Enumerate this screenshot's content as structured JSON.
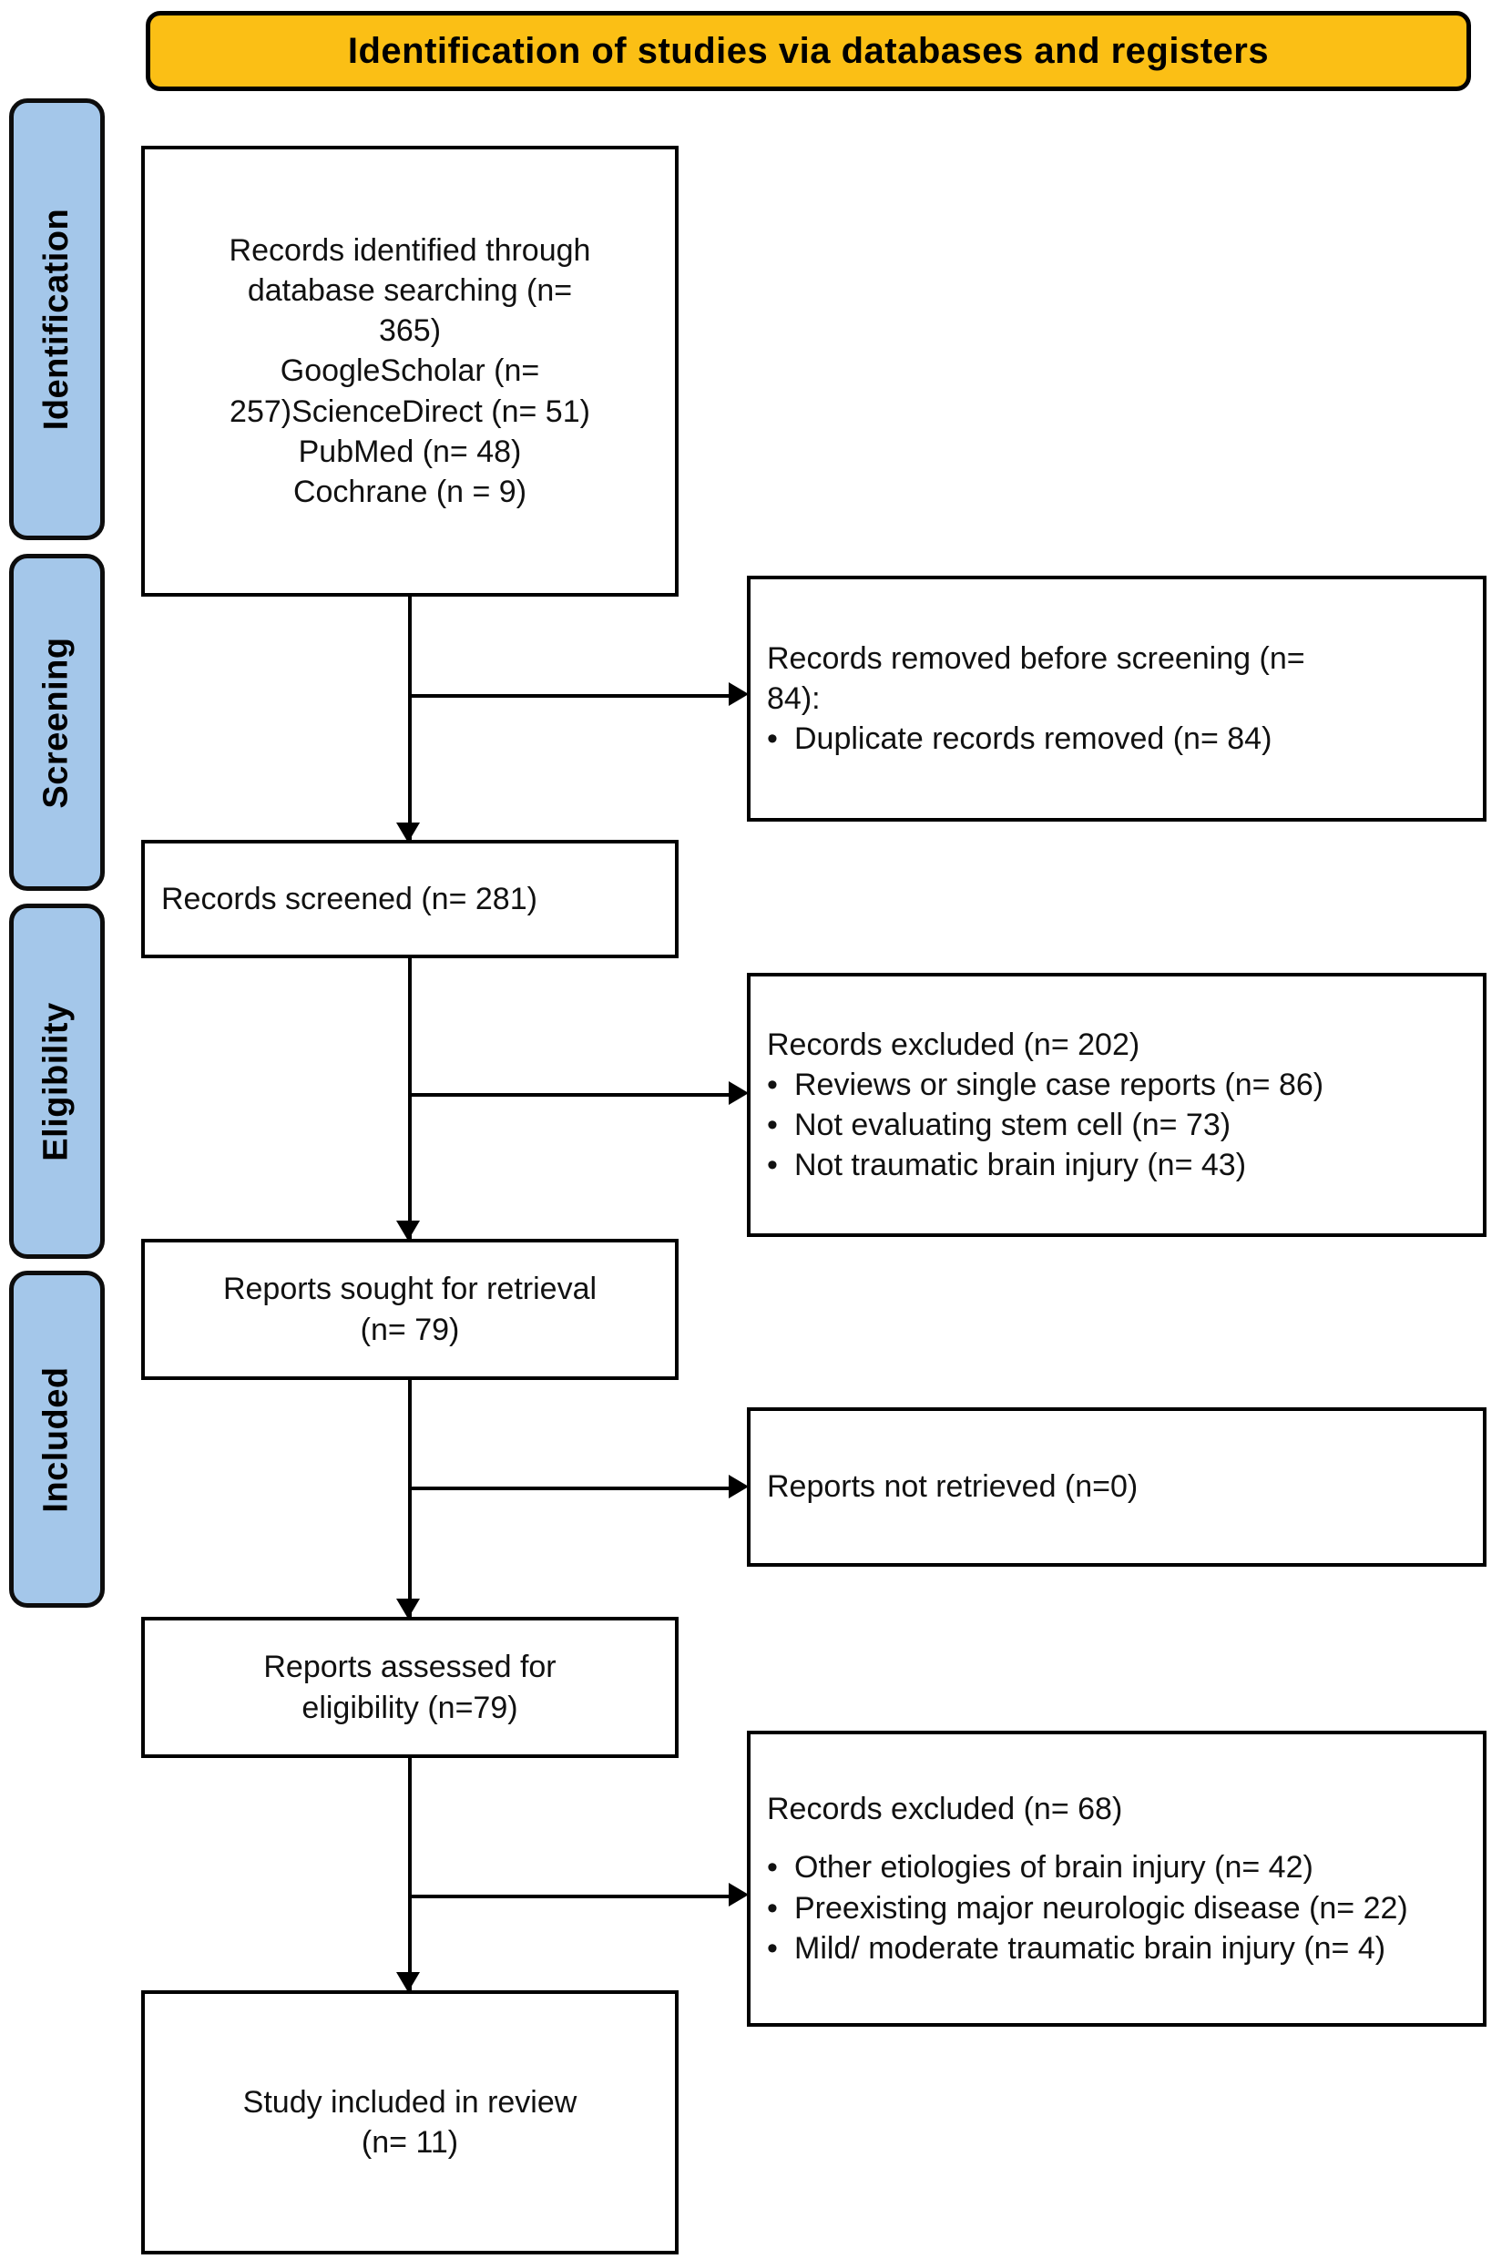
{
  "banner": {
    "title": "Identification of studies via databases and registers"
  },
  "phases": [
    {
      "label": "Identification"
    },
    {
      "label": "Screening"
    },
    {
      "label": "Eligibility"
    },
    {
      "label": "Included"
    }
  ],
  "boxes": {
    "identified": {
      "lines": [
        "Records identified through",
        "database searching (n=",
        "365)",
        "GoogleScholar (n=",
        "257)ScienceDirect (n= 51)",
        "PubMed (n= 48)",
        "Cochrane (n = 9)"
      ]
    },
    "removed_before_screening": {
      "heading_lines": [
        "Records removed before screening (n=",
        "84):"
      ],
      "bullets": [
        "Duplicate records removed (n= 84)"
      ]
    },
    "records_screened": {
      "lines": [
        "Records screened (n= 281)"
      ]
    },
    "records_excluded_screening": {
      "heading_lines": [
        "Records excluded (n= 202)"
      ],
      "bullets": [
        "Reviews  or single case reports (n= 86)",
        "Not evaluating stem cell (n= 73)",
        "Not traumatic brain injury (n= 43)"
      ]
    },
    "reports_sought": {
      "lines": [
        "Reports sought for retrieval",
        "(n= 79)"
      ]
    },
    "reports_not_retrieved": {
      "lines": [
        "Reports not retrieved  (n=0)"
      ]
    },
    "reports_assessed": {
      "lines": [
        "Reports assessed for",
        "eligibility (n=79)"
      ]
    },
    "records_excluded_eligibility": {
      "heading_lines": [
        "Records excluded  (n= 68)"
      ],
      "bullets": [
        "Other etiologies of brain injury (n= 42)",
        "Preexisting major neurologic disease (n= 22)",
        "Mild/ moderate traumatic brain injury (n= 4)"
      ]
    },
    "study_included": {
      "lines": [
        "Study  included in review",
        "(n= 11)"
      ]
    }
  },
  "colors": {
    "banner_fill": "#FBBF15",
    "phase_fill": "#A4C7EA",
    "stroke": "#000000",
    "box_fill": "#FFFFFF"
  }
}
